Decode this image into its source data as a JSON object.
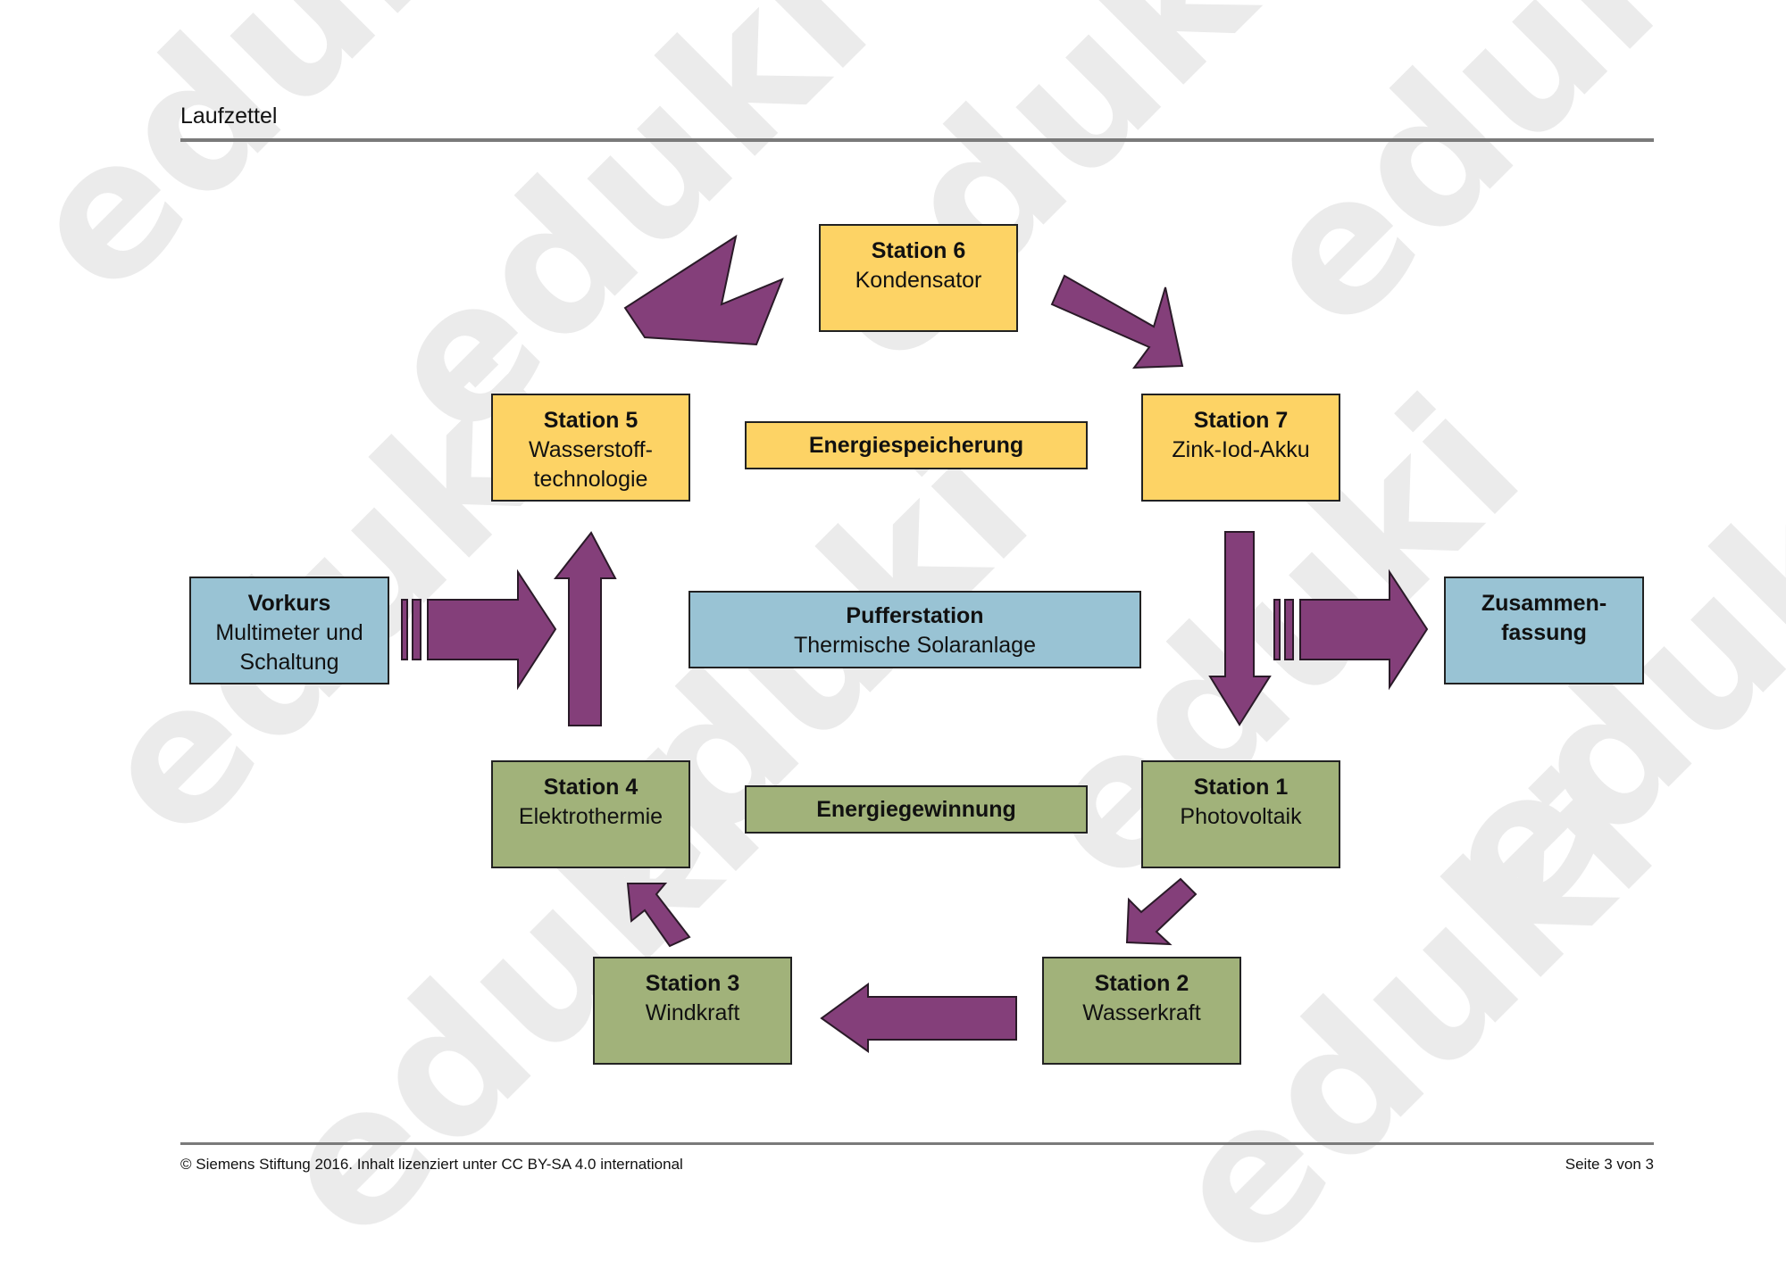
{
  "header": {
    "title": "Laufzettel"
  },
  "footer": {
    "copyright": "© Siemens Stiftung 2016. Inhalt lizenziert unter CC BY-SA 4.0 international",
    "page": "Seite 3 von 3"
  },
  "diagram": {
    "vorkurs": {
      "title": "Vorkurs",
      "line1": "Multimeter und",
      "line2": "Schaltung"
    },
    "station1": {
      "title": "Station 1",
      "line1": "Photovoltaik"
    },
    "station2": {
      "title": "Station 2",
      "line1": "Wasserkraft"
    },
    "station3": {
      "title": "Station 3",
      "line1": "Windkraft"
    },
    "station4": {
      "title": "Station 4",
      "line1": "Elektrothermie"
    },
    "station5": {
      "title": "Station 5",
      "line1": "Wasserstoff-",
      "line2": "technologie"
    },
    "station6": {
      "title": "Station 6",
      "line1": "Kondensator"
    },
    "station7": {
      "title": "Station 7",
      "line1": "Zink-Iod-Akku"
    },
    "pufferstation": {
      "title": "Pufferstation",
      "line1": "Thermische Solaranlage"
    },
    "zusammenfassung": {
      "title_line1": "Zusammen-",
      "title_line2": "fassung"
    },
    "band_storage": "Energiespeicherung",
    "band_generation": "Energiegewinnung"
  },
  "watermark": {
    "text": "eduki"
  },
  "colors": {
    "storage": "#fdd365",
    "buffer": "#99c3d4",
    "generation": "#a1b27a",
    "arrow": "#843f7a"
  }
}
